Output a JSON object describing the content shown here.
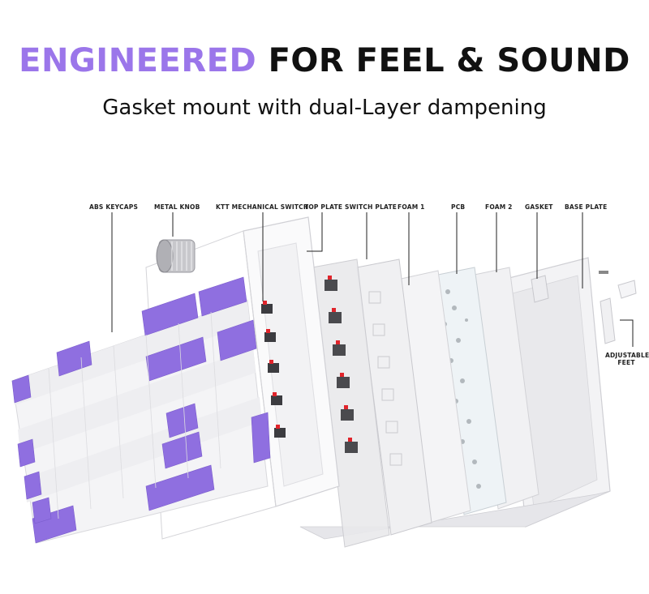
{
  "header": {
    "title_accent": "ENGINEERED",
    "title_rest": "FOR FEEL & SOUND",
    "subtitle": "Gasket mount with dual-Layer dampening"
  },
  "callouts": {
    "abs_keycaps": "ABS KEYCAPS",
    "metal_knob": "METAL KNOB",
    "ktt_switch": "KTT MECHANICAL SWITCH",
    "top_plate": "TOP PLATE",
    "switch_plate": "SWITCH PLATE",
    "foam1": "FOAM 1",
    "pcb": "PCB",
    "foam2": "FOAM 2",
    "gasket": "GASKET",
    "base_plate": "BASE PLATE",
    "adjustable_feet_1": "ADJUSTABLE",
    "adjustable_feet_2": "FEET"
  },
  "colors": {
    "accent": "#9b76ea",
    "keycap_purple": "#8f6fe0",
    "keycap_white": "#f4f4f6",
    "switch_red": "#e0242b"
  },
  "icons": [
    "metal-knob-icon"
  ]
}
